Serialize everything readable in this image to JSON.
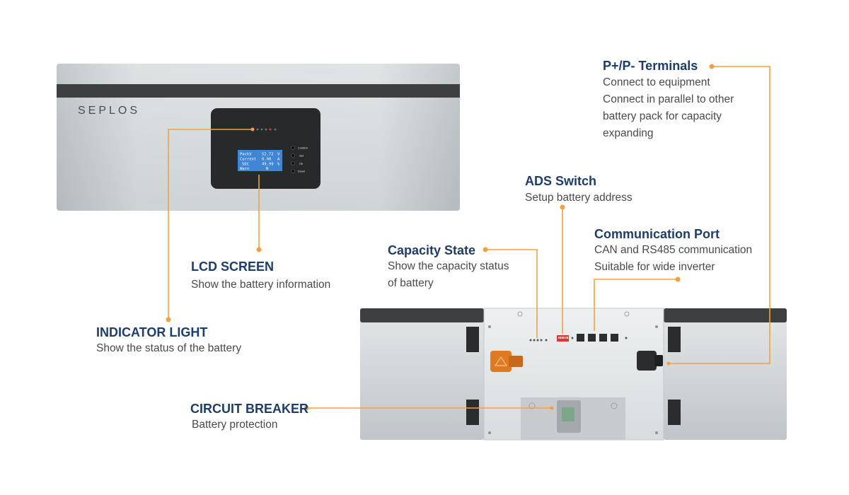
{
  "device": {
    "brand": "SEPLOS",
    "lcd": {
      "lines": [
        [
          "PackV",
          "52.72",
          "V"
        ],
        [
          "Current",
          "0.00",
          "A"
        ],
        [
          "SOC",
          "49.99",
          "%"
        ],
        [
          "Warn",
          "N",
          ""
        ]
      ]
    },
    "buttons": [
      "Confirm",
      "Set",
      "Up",
      "Down"
    ]
  },
  "callouts": {
    "terminals": {
      "title": "P+/P- Terminals",
      "lines": [
        "Connect to equipment",
        "Connect in parallel to other",
        "battery pack for capacity",
        "expanding"
      ]
    },
    "ads": {
      "title": "ADS Switch",
      "lines": [
        "Setup battery address"
      ]
    },
    "comm": {
      "title": "Communication Port",
      "lines": [
        "CAN and RS485 communication",
        "Suitable for wide inverter"
      ]
    },
    "capacity": {
      "title": "Capacity State",
      "lines": [
        "Show the capacity status",
        "of battery"
      ]
    },
    "lcd": {
      "title": "LCD SCREEN",
      "lines": [
        "Show the battery information"
      ]
    },
    "indicator": {
      "title": "INDICATOR LIGHT",
      "lines": [
        "Show the status of the battery"
      ]
    },
    "breaker": {
      "title": "CIRCUIT BREAKER",
      "lines": [
        "Battery protection"
      ]
    }
  },
  "colors": {
    "accent": "#f5a040",
    "title": "#1d3d6b",
    "text": "#4a4a4a"
  }
}
